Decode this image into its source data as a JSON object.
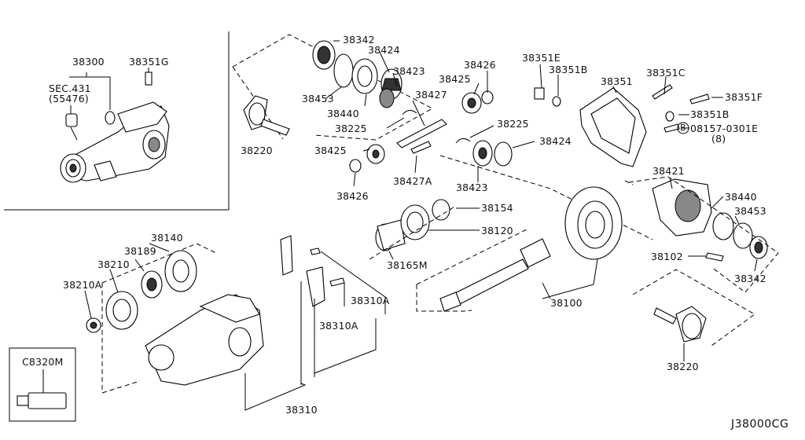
{
  "diagram_code": "J38000CG",
  "labels": {
    "p38300": "38300",
    "p38351G": "38351G",
    "sec431": "SEC.431",
    "sec431_sub": "(55476)",
    "p38342_top": "38342",
    "p38424_top": "38424",
    "p38423_top": "38423",
    "p38453_top": "38453",
    "p38440_top": "38440",
    "p38427": "38427",
    "p38225_a": "38225",
    "p38220_left": "38220",
    "p38426_top": "38426",
    "p38425_top": "38425",
    "p38225_b": "38225",
    "p38424_mid": "38424",
    "p38423_mid": "38423",
    "p38425_bot": "38425",
    "p38426_bot": "38426",
    "p38427A": "38427A",
    "p38351E": "38351E",
    "p38351B_top": "38351B",
    "p38351": "38351",
    "p38351C": "38351C",
    "p38351F": "38351F",
    "p38351B_mid": "38351B",
    "bolt_circle": "B",
    "bolt_part": "08157-0301E",
    "bolt_qty": "(8)",
    "p38421": "38421",
    "p38440_right": "38440",
    "p38453_right": "38453",
    "p38102": "38102",
    "p38342_right": "38342",
    "p38220_right": "38220",
    "p38154": "38154",
    "p38120": "38120",
    "p38165M": "38165M",
    "p38100": "38100",
    "p38140": "38140",
    "p38189": "38189",
    "p38210": "38210",
    "p38210A": "38210A",
    "p38310A_a": "38310A",
    "p38310A_b": "38310A",
    "p38310": "38310",
    "c8320m": "C8320M"
  }
}
